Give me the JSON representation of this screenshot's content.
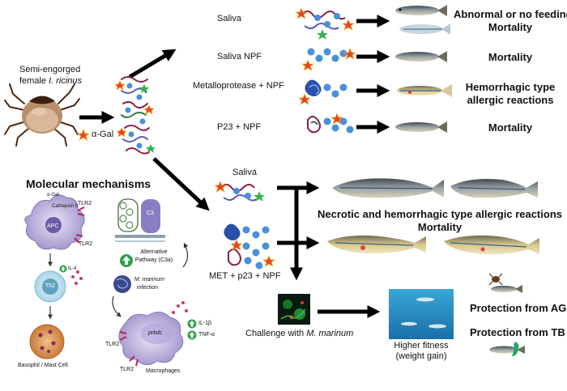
{
  "tick": {
    "line1": "Semi-engorged",
    "line2_prefix": "female ",
    "line2_species": "I. ricinus"
  },
  "legend": {
    "alpha_gal": "α-Gal"
  },
  "treatments": {
    "saliva": "Saliva",
    "saliva_npf": "Saliva NPF",
    "met_npf": "Metalloprotease + NPF",
    "p23_npf": "P23 + NPF",
    "saliva2": "Saliva",
    "met_p23_npf": "MET + p23 + NPF"
  },
  "outcomes": {
    "o1_line1": "Abnormal or no feeding",
    "o1_line2": "Mortality",
    "o2": "Mortality",
    "o3_line1": "Hemorrhagic type",
    "o3_line2": "allergic reactions",
    "o4": "Mortality",
    "o5_line1": "Necrotic and hemorrhagic type allergic reactions",
    "o5_line2": "Mortality",
    "protection_ags": "Protection from AGS",
    "protection_tb": "Protection from TB"
  },
  "challenge": {
    "prefix": "Challenge with ",
    "species": "M. marinum"
  },
  "fitness": {
    "line1": "Higher fitness",
    "line2": "(weight gain)"
  },
  "mechanisms": {
    "title": "Molecular mechanisms",
    "agal_small": "α-Gal",
    "cathepsin": "Cathepsin S",
    "tlr2": "TLR2",
    "apc": "APC",
    "il4": "IL-4",
    "th2": "Th2",
    "basophil": "Basophil / Mast Cell",
    "c3": "C3",
    "alt_line1": "Alternative",
    "alt_line2": "Pathway (C3a)",
    "infection_species": "M. marinum",
    "infection_word": "infection",
    "prkdc": "prkdc",
    "il1b": "IL-1β",
    "tnfa": "TNF-α",
    "macrophages": "Macrophages"
  }
}
